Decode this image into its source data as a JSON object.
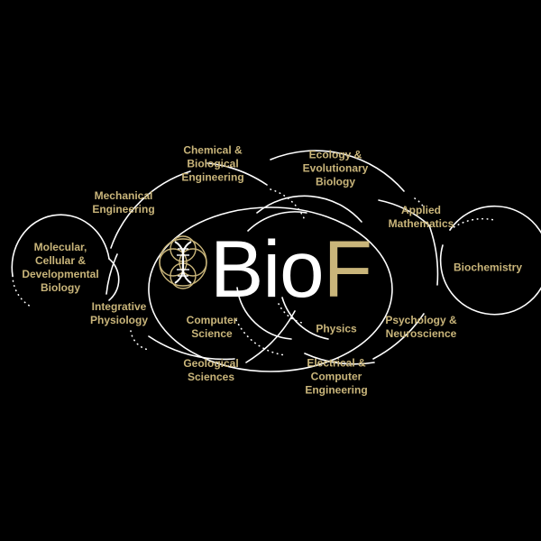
{
  "brand": {
    "name_primary": "Bio",
    "name_accent": "F",
    "logo_icon": "dna-helix-icon",
    "colors": {
      "background": "#000000",
      "line": "#ffffff",
      "accent": "#c9b57a"
    }
  },
  "disciplines": [
    {
      "id": "chemical-biological-engineering",
      "label": "Chemical &\nBiological\nEngineering"
    },
    {
      "id": "ecology-evolutionary-biology",
      "label": "Ecology &\nEvolutionary\nBiology"
    },
    {
      "id": "mechanical-engineering",
      "label": "Mechanical\nEngineering"
    },
    {
      "id": "applied-mathematics",
      "label": "Applied\nMathematics"
    },
    {
      "id": "molecular-cellular-developmental-biology",
      "label": "Molecular,\nCellular &\nDevelopmental\nBiology"
    },
    {
      "id": "biochemistry",
      "label": "Biochemistry"
    },
    {
      "id": "integrative-physiology",
      "label": "Integrative\nPhysiology"
    },
    {
      "id": "computer-science",
      "label": "Computer\nScience"
    },
    {
      "id": "physics",
      "label": "Physics"
    },
    {
      "id": "psychology-neuroscience",
      "label": "Psychology &\nNeuroscience"
    },
    {
      "id": "geological-sciences",
      "label": "Geological\nSciences"
    },
    {
      "id": "electrical-computer-engineering",
      "label": "Electrical &\nComputer\nEngineering"
    }
  ]
}
